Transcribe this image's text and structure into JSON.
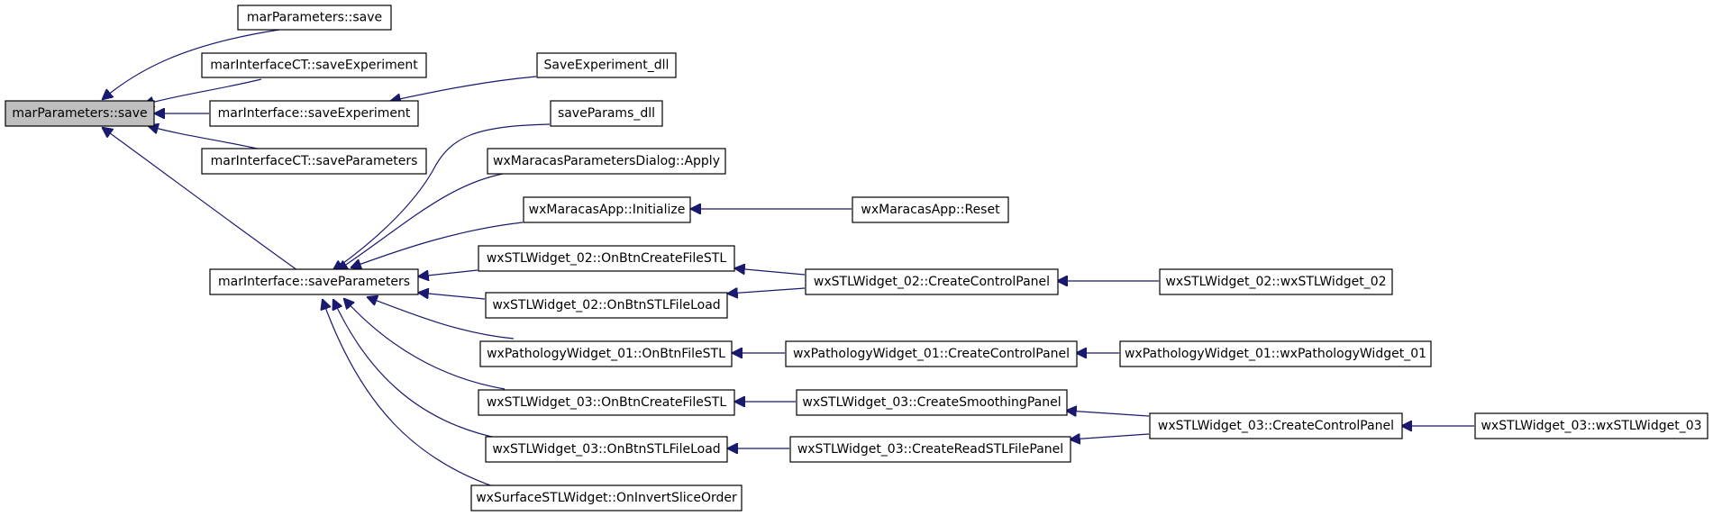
{
  "colors": {
    "edge": "#191970",
    "root_fill": "#bfbfbf",
    "node_fill": "#ffffff",
    "border": "#000000"
  },
  "nodes": [
    {
      "id": "n0",
      "label": "marParameters::save",
      "root": true
    },
    {
      "id": "n1",
      "label": "marParameters::save"
    },
    {
      "id": "n2",
      "label": "marInterfaceCT::saveExperiment"
    },
    {
      "id": "n3",
      "label": "marInterface::saveExperiment"
    },
    {
      "id": "n4",
      "label": "marInterfaceCT::saveParameters"
    },
    {
      "id": "n5",
      "label": "marInterface::saveParameters"
    },
    {
      "id": "n6",
      "label": "SaveExperiment_dll"
    },
    {
      "id": "n7",
      "label": "saveParams_dll"
    },
    {
      "id": "n8",
      "label": "wxMaracasParametersDialog::Apply"
    },
    {
      "id": "n9",
      "label": "wxMaracasApp::Initialize"
    },
    {
      "id": "n10",
      "label": "wxSTLWidget_02::OnBtnCreateFileSTL"
    },
    {
      "id": "n11",
      "label": "wxSTLWidget_02::OnBtnSTLFileLoad"
    },
    {
      "id": "n12",
      "label": "wxPathologyWidget_01::OnBtnFileSTL"
    },
    {
      "id": "n13",
      "label": "wxSTLWidget_03::OnBtnCreateFileSTL"
    },
    {
      "id": "n14",
      "label": "wxSTLWidget_03::OnBtnSTLFileLoad"
    },
    {
      "id": "n15",
      "label": "wxSurfaceSTLWidget::OnInvertSliceOrder"
    },
    {
      "id": "n16",
      "label": "wxMaracasApp::Reset"
    },
    {
      "id": "n17",
      "label": "wxSTLWidget_02::CreateControlPanel"
    },
    {
      "id": "n18",
      "label": "wxPathologyWidget_01::CreateControlPanel"
    },
    {
      "id": "n19",
      "label": "wxSTLWidget_03::CreateSmoothingPanel"
    },
    {
      "id": "n20",
      "label": "wxSTLWidget_03::CreateReadSTLFilePanel"
    },
    {
      "id": "n21",
      "label": "wxSTLWidget_02::wxSTLWidget_02"
    },
    {
      "id": "n22",
      "label": "wxPathologyWidget_01::wxPathologyWidget_01"
    },
    {
      "id": "n23",
      "label": "wxSTLWidget_03::CreateControlPanel"
    },
    {
      "id": "n24",
      "label": "wxSTLWidget_03::wxSTLWidget_03"
    }
  ],
  "edges": [
    {
      "from": "n1",
      "to": "n0"
    },
    {
      "from": "n2",
      "to": "n0"
    },
    {
      "from": "n3",
      "to": "n0"
    },
    {
      "from": "n4",
      "to": "n0"
    },
    {
      "from": "n5",
      "to": "n0"
    },
    {
      "from": "n6",
      "to": "n3"
    },
    {
      "from": "n7",
      "to": "n5"
    },
    {
      "from": "n8",
      "to": "n5"
    },
    {
      "from": "n9",
      "to": "n5"
    },
    {
      "from": "n10",
      "to": "n5"
    },
    {
      "from": "n11",
      "to": "n5"
    },
    {
      "from": "n12",
      "to": "n5"
    },
    {
      "from": "n13",
      "to": "n5"
    },
    {
      "from": "n14",
      "to": "n5"
    },
    {
      "from": "n15",
      "to": "n5"
    },
    {
      "from": "n16",
      "to": "n9"
    },
    {
      "from": "n17",
      "to": "n10"
    },
    {
      "from": "n17",
      "to": "n11"
    },
    {
      "from": "n18",
      "to": "n12"
    },
    {
      "from": "n19",
      "to": "n13"
    },
    {
      "from": "n20",
      "to": "n14"
    },
    {
      "from": "n21",
      "to": "n17"
    },
    {
      "from": "n22",
      "to": "n18"
    },
    {
      "from": "n23",
      "to": "n19"
    },
    {
      "from": "n23",
      "to": "n20"
    },
    {
      "from": "n24",
      "to": "n23"
    }
  ]
}
